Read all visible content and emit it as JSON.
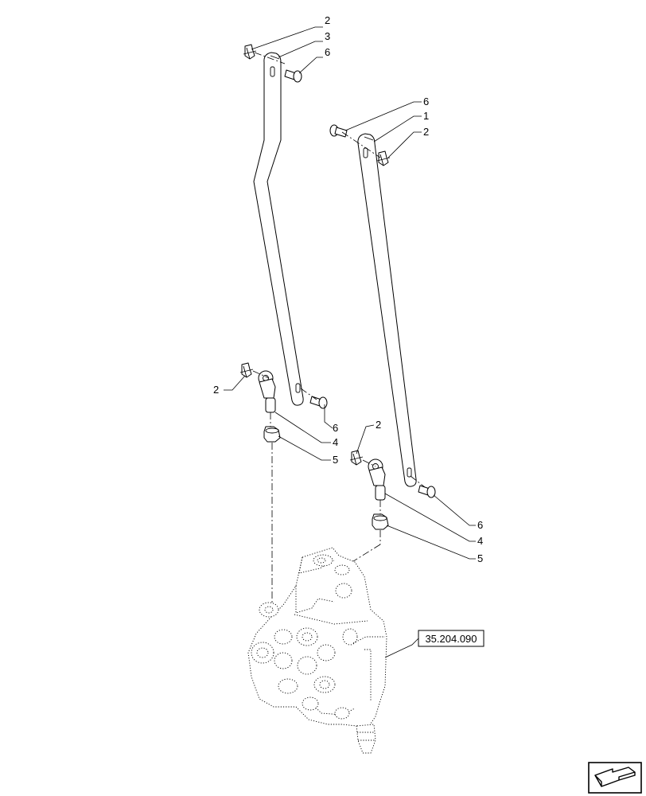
{
  "callouts": {
    "top_left": [
      "2",
      "3",
      "6"
    ],
    "top_right": [
      "6",
      "1",
      "2"
    ],
    "mid_left": [
      "2",
      "6",
      "4",
      "5"
    ],
    "mid_right": [
      "2",
      "6",
      "4",
      "5"
    ]
  },
  "reference": {
    "label": "35.204.090"
  },
  "nav_icon": {
    "name": "next-page-arrow-icon"
  }
}
